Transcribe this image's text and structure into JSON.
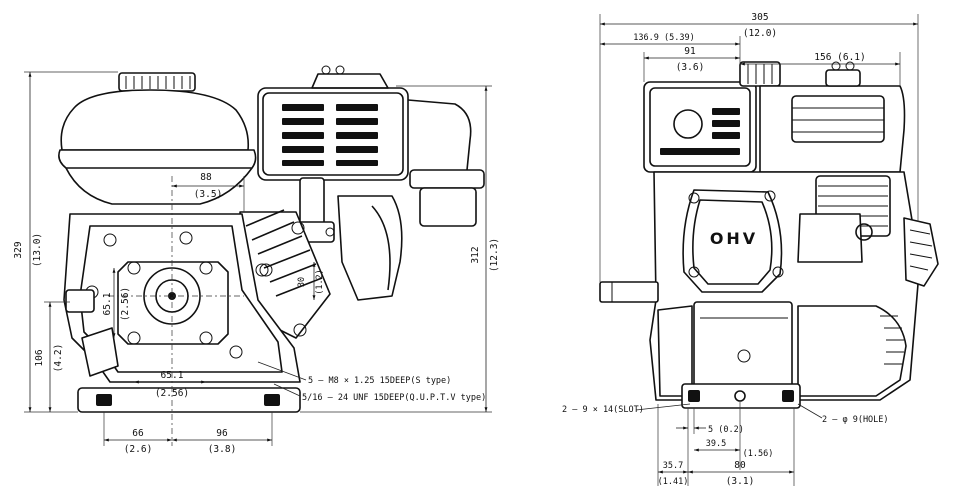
{
  "side_view": {
    "dims": {
      "h_329": "329",
      "h_329_in": "(13.0)",
      "h_312": "312",
      "h_312_in": "(12.3)",
      "h_106": "106",
      "h_106_in": "(4.2)",
      "c_88": "88",
      "c_88_in": "(3.5)",
      "v_651": "65.1",
      "v_651_in": "(2.56)",
      "h_651": "65.1",
      "h_651_in": "(2.56)",
      "a_30": "30",
      "a_30_in": "(1.2)",
      "b_66": "66",
      "b_66_in": "(2.6)",
      "b_96": "96",
      "b_96_in": "(3.8)"
    },
    "notes": {
      "thread_metric": "5 — M8 × 1.25 15DEEP(S type)",
      "thread_unf": "5/16 — 24 UNF 15DEEP(Q.U.P.T.V type)"
    }
  },
  "front_view": {
    "dims": {
      "w_305": "305",
      "w_305_in": "(12.0)",
      "w_1369": "136.9 (5.39)",
      "w_91": "91",
      "w_91_in": "(3.6)",
      "w_156": "156 (6.1)",
      "b_5": "5 (0.2)",
      "b_395": "39.5",
      "b_395_in": "(1.56)",
      "b_357": "35.7",
      "b_357_in": "(1.41)",
      "b_80": "80",
      "b_80_in": "(3.1)"
    },
    "notes": {
      "slot": "2 — 9 × 14(SLOT)",
      "hole": "2 — φ 9(HOLE)"
    },
    "ohv_label": "OHV"
  }
}
